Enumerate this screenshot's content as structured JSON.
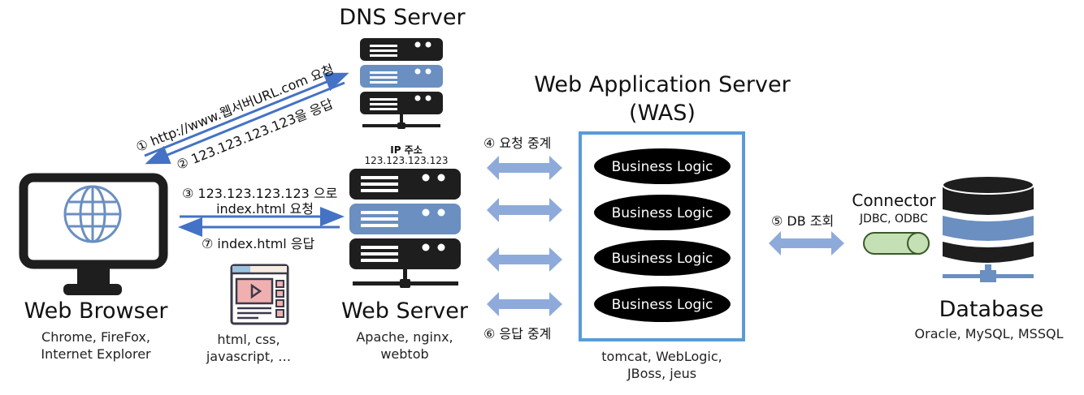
{
  "dns_server": {
    "title": "DNS Server"
  },
  "web_browser": {
    "title": "Web Browser",
    "sub1": "Chrome, FireFox,",
    "sub2": "Internet Explorer"
  },
  "web_server": {
    "title": "Web Server",
    "sub1": "Apache, nginx,",
    "sub2": "webtob",
    "ip_label": "IP 주소",
    "ip_value": "123.123.123.123"
  },
  "static_files": {
    "sub1": "html, css,",
    "sub2": "javascript, …"
  },
  "was": {
    "title1": "Web Application Server",
    "title2": "(WAS)",
    "logic": [
      "Business Logic",
      "Business Logic",
      "Business Logic",
      "Business Logic"
    ],
    "sub1": "tomcat, WebLogic,",
    "sub2": "JBoss, jeus"
  },
  "connector": {
    "title": "Connector",
    "sub": "JDBC, ODBC"
  },
  "database": {
    "title": "Database",
    "sub": "Oracle, MySQL, MSSQL"
  },
  "steps": {
    "s1": "① http://www.웹서버URL.com 요청",
    "s2": "② 123.123.123.123을 응답",
    "s3a": "③ 123.123.123.123 으로",
    "s3b": "index.html 요청",
    "s4": "④ 요청 중계",
    "s5": "⑤ DB 조회",
    "s6": "⑥ 응답 중계",
    "s7": "⑦ index.html 응답"
  },
  "colors": {
    "accent_blue": "#4472c4",
    "server_blue": "#6a8fc0",
    "relay_arrow": "#8eaadb",
    "was_border": "#5b9bd5",
    "connector_green": "#c5e0b4",
    "connector_stroke": "#3a5a2a"
  }
}
